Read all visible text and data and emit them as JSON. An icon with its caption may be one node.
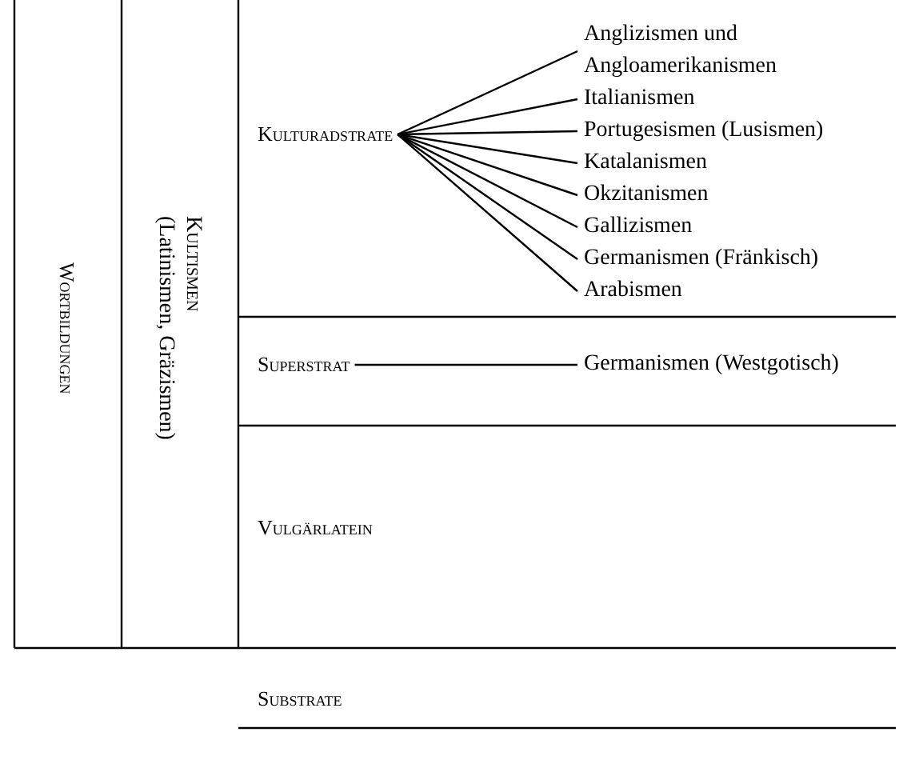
{
  "diagram": {
    "nodes": [
      {
        "text": [
          "Wortbildungen"
        ]
      },
      {
        "text": [
          "Kultismen",
          "(Latinismen, Gräzismen)"
        ]
      },
      {
        "text": [
          "Kulturadstrate"
        ]
      },
      {
        "text": [
          "Anglizismen und Angloamerikanismen"
        ]
      },
      {
        "text": [
          "Italianismen"
        ]
      },
      {
        "text": [
          "Portugesismen (Lusismen)"
        ]
      },
      {
        "text": [
          "Katalanismen"
        ]
      },
      {
        "text": [
          "Okzitanismen"
        ]
      },
      {
        "text": [
          "Gallizismen"
        ]
      },
      {
        "text": [
          "Germanismen (Fränkisch)"
        ]
      },
      {
        "text": [
          "Arabismen"
        ]
      },
      {
        "text": [
          "Superstrat"
        ]
      },
      {
        "text": [
          "Germanismen (Westgotisch)"
        ]
      },
      {
        "text": [
          "Vulgärlatein"
        ]
      },
      {
        "text": [
          "Substrate"
        ]
      }
    ],
    "edges": [
      {
        "from": 2,
        "to": 3,
        "arrow": "none"
      },
      {
        "from": 2,
        "to": 4,
        "arrow": "none"
      },
      {
        "from": 2,
        "to": 5,
        "arrow": "none"
      },
      {
        "from": 2,
        "to": 6,
        "arrow": "none"
      },
      {
        "from": 2,
        "to": 7,
        "arrow": "none"
      },
      {
        "from": 2,
        "to": 8,
        "arrow": "none"
      },
      {
        "from": 2,
        "to": 9,
        "arrow": "none"
      },
      {
        "from": 2,
        "to": 10,
        "arrow": "none"
      },
      {
        "from": 11,
        "to": 12,
        "arrow": "none"
      }
    ]
  }
}
